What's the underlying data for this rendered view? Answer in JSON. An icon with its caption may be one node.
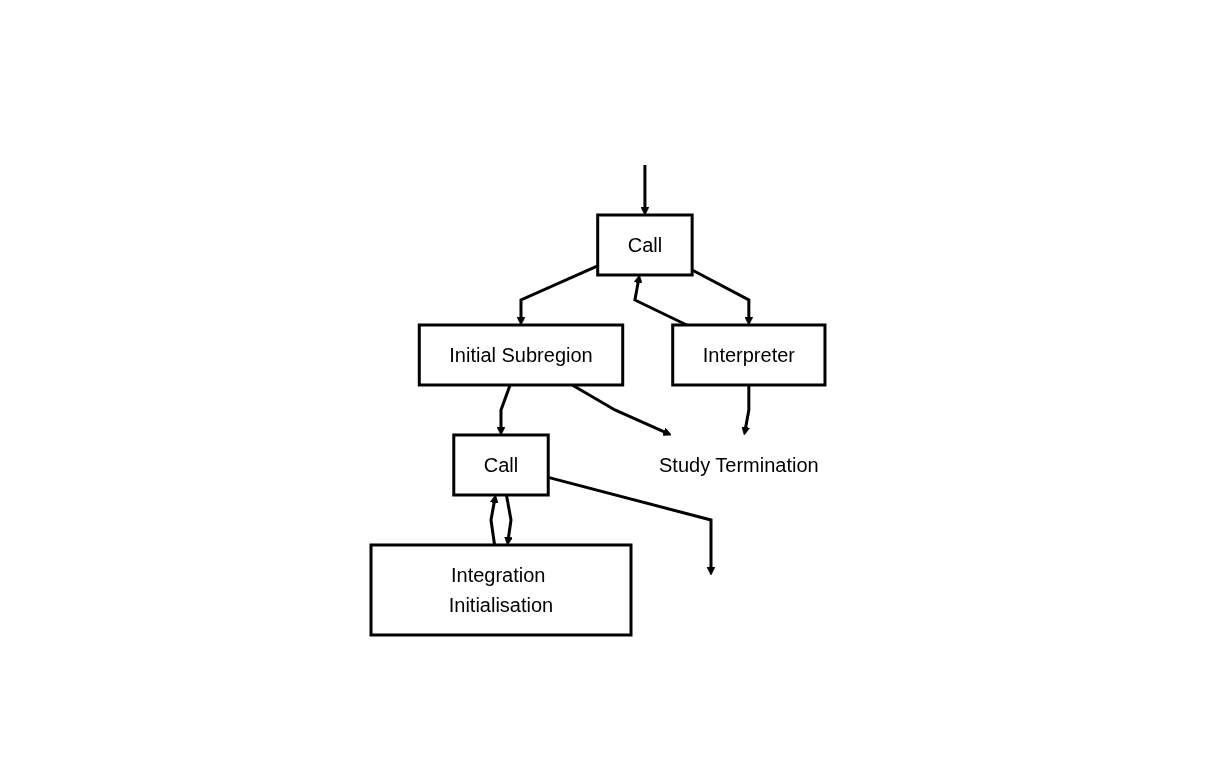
{
  "diagram": {
    "nodes": [
      {
        "text": [
          "Call"
        ]
      },
      {
        "text": [
          "Interpreter"
        ]
      },
      {
        "text": [
          "Initial Subregion"
        ]
      },
      {
        "text": [
          "Call"
        ]
      },
      {
        "text": [
          "Integration Initialisation"
        ]
      },
      {
        "text": [
          "Study Termination"
        ]
      }
    ],
    "edges": [
      {
        "from": null,
        "to": 0,
        "arrow": "to"
      },
      {
        "from": 0,
        "to": 1,
        "arrow": "to"
      },
      {
        "from": 1,
        "to": 0,
        "arrow": "to"
      },
      {
        "from": 0,
        "to": 2,
        "arrow": "to"
      },
      {
        "from": 1,
        "to": 5,
        "arrow": "to"
      },
      {
        "from": 2,
        "to": 5,
        "arrow": "to"
      },
      {
        "from": 2,
        "to": 3,
        "arrow": "to"
      },
      {
        "from": 3,
        "to": 4,
        "arrow": "to"
      },
      {
        "from": 4,
        "to": 3,
        "arrow": "to"
      },
      {
        "from": 3,
        "to": null,
        "arrow": "to"
      }
    ]
  }
}
